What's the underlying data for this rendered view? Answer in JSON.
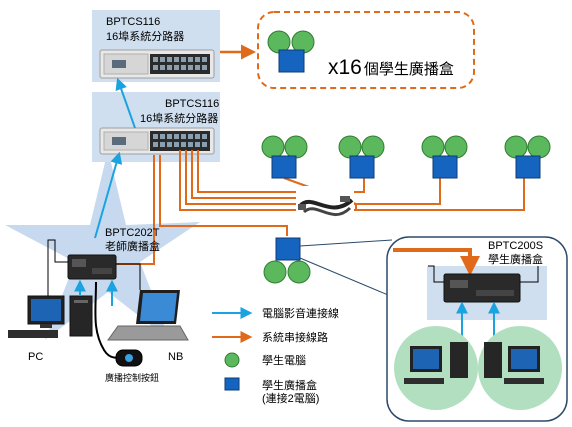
{
  "devices": {
    "splitter_top": {
      "model": "BPTCS116",
      "desc": "16埠系統分路器"
    },
    "splitter_mid": {
      "model": "BPTCS116",
      "desc": "16埠系統分路器"
    },
    "teacher_box": {
      "model": "BPTC202T",
      "desc": "老師廣播盒"
    },
    "student_box_inset": {
      "model": "BPTC200S",
      "desc": "學生廣播盒"
    }
  },
  "expansion": {
    "count_label": "x16",
    "desc": "個學生廣播盒"
  },
  "pcs": {
    "pc_label": "PC",
    "nb_label": "NB",
    "remote_label": "廣播控制按鈕"
  },
  "legend": {
    "av_cable": "電腦影音連接線",
    "serial_cable": "系統串接線路",
    "student_pc": "學生電腦",
    "student_box": "學生廣播盒",
    "student_box_note": "(連接2電腦)"
  },
  "colors": {
    "cyan_line": "#1aa3e0",
    "orange_line": "#e06a1a",
    "student_green": "#5cb85c",
    "box_blue": "#1565c0",
    "star_fill": "#c7d9ee",
    "panel_fill": "#cfdff0"
  }
}
